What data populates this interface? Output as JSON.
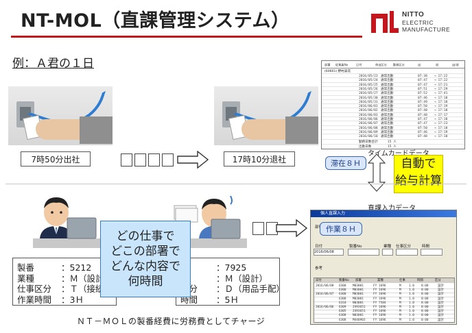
{
  "header": {
    "title": "NT-MOL（直課管理システム）"
  },
  "brand": {
    "line1": "NITTO",
    "line2": "ELECTRIC",
    "line3": "MANUFACTURE",
    "accent": "#c4161c"
  },
  "example_label": "例：Ａ君の１日",
  "top_flow": {
    "clock_in": "7時50分出社",
    "clock_out": "17時10分退社"
  },
  "timecard": {
    "caption": "タイムカードデータ",
    "header_cols": [
      "部署",
      "従業員No",
      "日付",
      "休出区分",
      "勤務区分",
      "出",
      "退",
      "出/退"
    ],
    "name": "(60601) 野村美花",
    "rows": [
      {
        "date": "2016/05/23",
        "type": "通常出勤",
        "in": "07:38",
        "out": "17:22"
      },
      {
        "date": "2016/05/24",
        "type": "通常出勤",
        "in": "07:47",
        "out": "17:22"
      },
      {
        "date": "2016/05/25",
        "type": "通常出勤",
        "in": "07:47",
        "out": "17:21"
      },
      {
        "date": "2016/05/26",
        "type": "通常出勤",
        "in": "07:51",
        "out": "17:29"
      },
      {
        "date": "2016/05/27",
        "type": "通常出勤",
        "in": "07:52",
        "out": "17:41"
      },
      {
        "date": "2016/05/30",
        "type": "通常出勤",
        "in": "07:46",
        "out": "17:18"
      },
      {
        "date": "2016/05/31",
        "type": "通常出勤",
        "in": "07:49",
        "out": "17:18"
      },
      {
        "date": "2016/06/01",
        "type": "通常出勤",
        "in": "07:50",
        "out": "17:19"
      },
      {
        "date": "2016/06/02",
        "type": "通常出勤",
        "in": "07:48",
        "out": "17:18"
      },
      {
        "date": "2016/06/03",
        "type": "通常出勤",
        "in": "07:48",
        "out": "17:17"
      },
      {
        "date": "2016/06/06",
        "type": "通常出勤",
        "in": "07:47",
        "out": "17:18"
      },
      {
        "date": "2016/06/07",
        "type": "通常出勤",
        "in": "07:47",
        "out": "17:23"
      },
      {
        "date": "2016/06/08",
        "type": "通常出勤",
        "in": "07:50",
        "out": "17:18"
      },
      {
        "date": "2016/06/09",
        "type": "通常出勤",
        "in": "07:46",
        "out": "17:19"
      },
      {
        "date": "2016/06/10",
        "type": "通常出勤",
        "in": "07:48",
        "out": "17:18"
      }
    ],
    "totals": [
      {
        "label": "勤務日数合計",
        "value": "15 人"
      },
      {
        "label": "出勤日数",
        "value": "15 人"
      }
    ]
  },
  "badges": {
    "stay": "滞在８Ｈ",
    "work": "作業８Ｈ"
  },
  "auto_calc": {
    "line1": "自動で",
    "line2": "給与計算"
  },
  "entry_caption": "直課入力データ",
  "callout": {
    "l1": "どの仕事で",
    "l2": "どこの部署で",
    "l3": "どんな内容で",
    "l4": "何時間"
  },
  "card_left": {
    "rows": [
      {
        "label": "製番",
        "value": "：5212"
      },
      {
        "label": "業種",
        "value": "：Ｍ（設計）"
      },
      {
        "label": "仕事区分",
        "value": "：Ｔ（接続"
      },
      {
        "label": "作業時間",
        "value": "：3Ｈ"
      }
    ]
  },
  "card_right": {
    "rows": [
      {
        "label": "",
        "value": "：7925"
      },
      {
        "label": "",
        "value": "：Ｍ（設計）"
      },
      {
        "label": "区分",
        "value": "：Ｄ（用品手配）"
      },
      {
        "label": "時間",
        "value": "：5Ｈ"
      }
    ]
  },
  "entry_form": {
    "title": "個人直課入力",
    "labels": {
      "section": "部署名",
      "date": "日付",
      "seiban": "製番No",
      "gyoshu": "業種",
      "shigoto": "仕事区分",
      "jikan": "時間",
      "sanko": "参考"
    },
    "date_value": "2016/06/08",
    "grid_header": [
      "日付",
      "製番No",
      "部署",
      "業種",
      "仕事",
      "時間",
      "区分"
    ],
    "grid_rows": [
      {
        "date": "2016/06/08",
        "no": "6300",
        "dept": "M03001",
        "g": "FY 1696",
        "k": "M",
        "h": "1.0",
        "z": "8:00",
        "s": "設計"
      },
      {
        "date": "",
        "no": "6300",
        "dept": "M03001",
        "g": "FY 1696",
        "k": "M",
        "h": "1.0",
        "z": "0:00",
        "s": "設計"
      },
      {
        "date": "2016/06/07",
        "no": "6300",
        "dept": "M03001",
        "g": "FY 1696",
        "k": "M",
        "h": "1.0",
        "z": "8:00",
        "s": "設計"
      },
      {
        "date": "",
        "no": "6300",
        "dept": "M03001",
        "g": "FY 1696",
        "k": "M",
        "h": "1.0",
        "z": "0:00",
        "s": "設計"
      },
      {
        "date": "",
        "no": "6310",
        "dept": "N03001",
        "g": "FY 7584",
        "k": "M",
        "h": "1.0",
        "z": "8:00",
        "s": "設計"
      },
      {
        "date": "2016/06/06",
        "no": "6309",
        "dept": "Z493651",
        "g": "FY 1696",
        "k": "M",
        "h": "1.0",
        "z": "0:00",
        "s": "設計"
      },
      {
        "date": "",
        "no": "6305",
        "dept": "Z493651",
        "g": "FY 1696",
        "k": "M",
        "h": "1.0",
        "z": "8:00",
        "s": "設計"
      },
      {
        "date": "",
        "no": "6308",
        "dept": "N03001",
        "g": "FY 1696",
        "k": "M",
        "h": "1.0",
        "z": "8:00",
        "s": "設計"
      },
      {
        "date": "",
        "no": "6308",
        "dept": "M440903",
        "g": "FY 1696",
        "k": "M",
        "h": "1.0",
        "z": "0:00",
        "s": "設計"
      }
    ]
  },
  "footer": "ＮＴ－ＭＯＬの製番経費に労務費としてチャージ"
}
